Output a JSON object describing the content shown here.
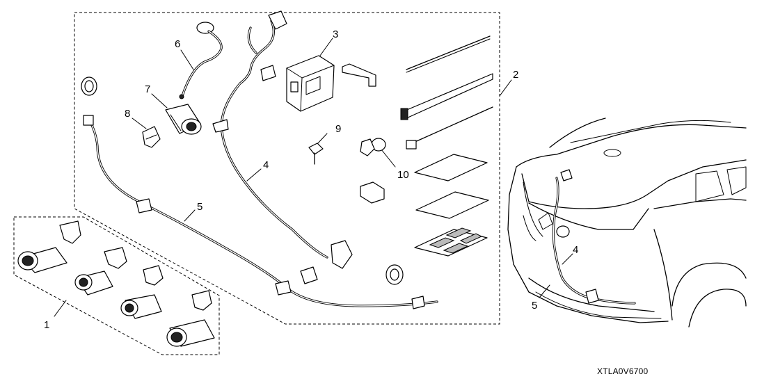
{
  "diagram": {
    "callouts": [
      {
        "id": "1",
        "label": "1"
      },
      {
        "id": "2",
        "label": "2"
      },
      {
        "id": "3",
        "label": "3"
      },
      {
        "id": "4a",
        "label": "4"
      },
      {
        "id": "4b",
        "label": "4"
      },
      {
        "id": "5a",
        "label": "5"
      },
      {
        "id": "5b",
        "label": "5"
      },
      {
        "id": "6",
        "label": "6"
      },
      {
        "id": "7",
        "label": "7"
      },
      {
        "id": "8",
        "label": "8"
      },
      {
        "id": "9",
        "label": "9"
      },
      {
        "id": "10",
        "label": "10"
      }
    ],
    "drawing_code": "XTLA0V6700"
  }
}
